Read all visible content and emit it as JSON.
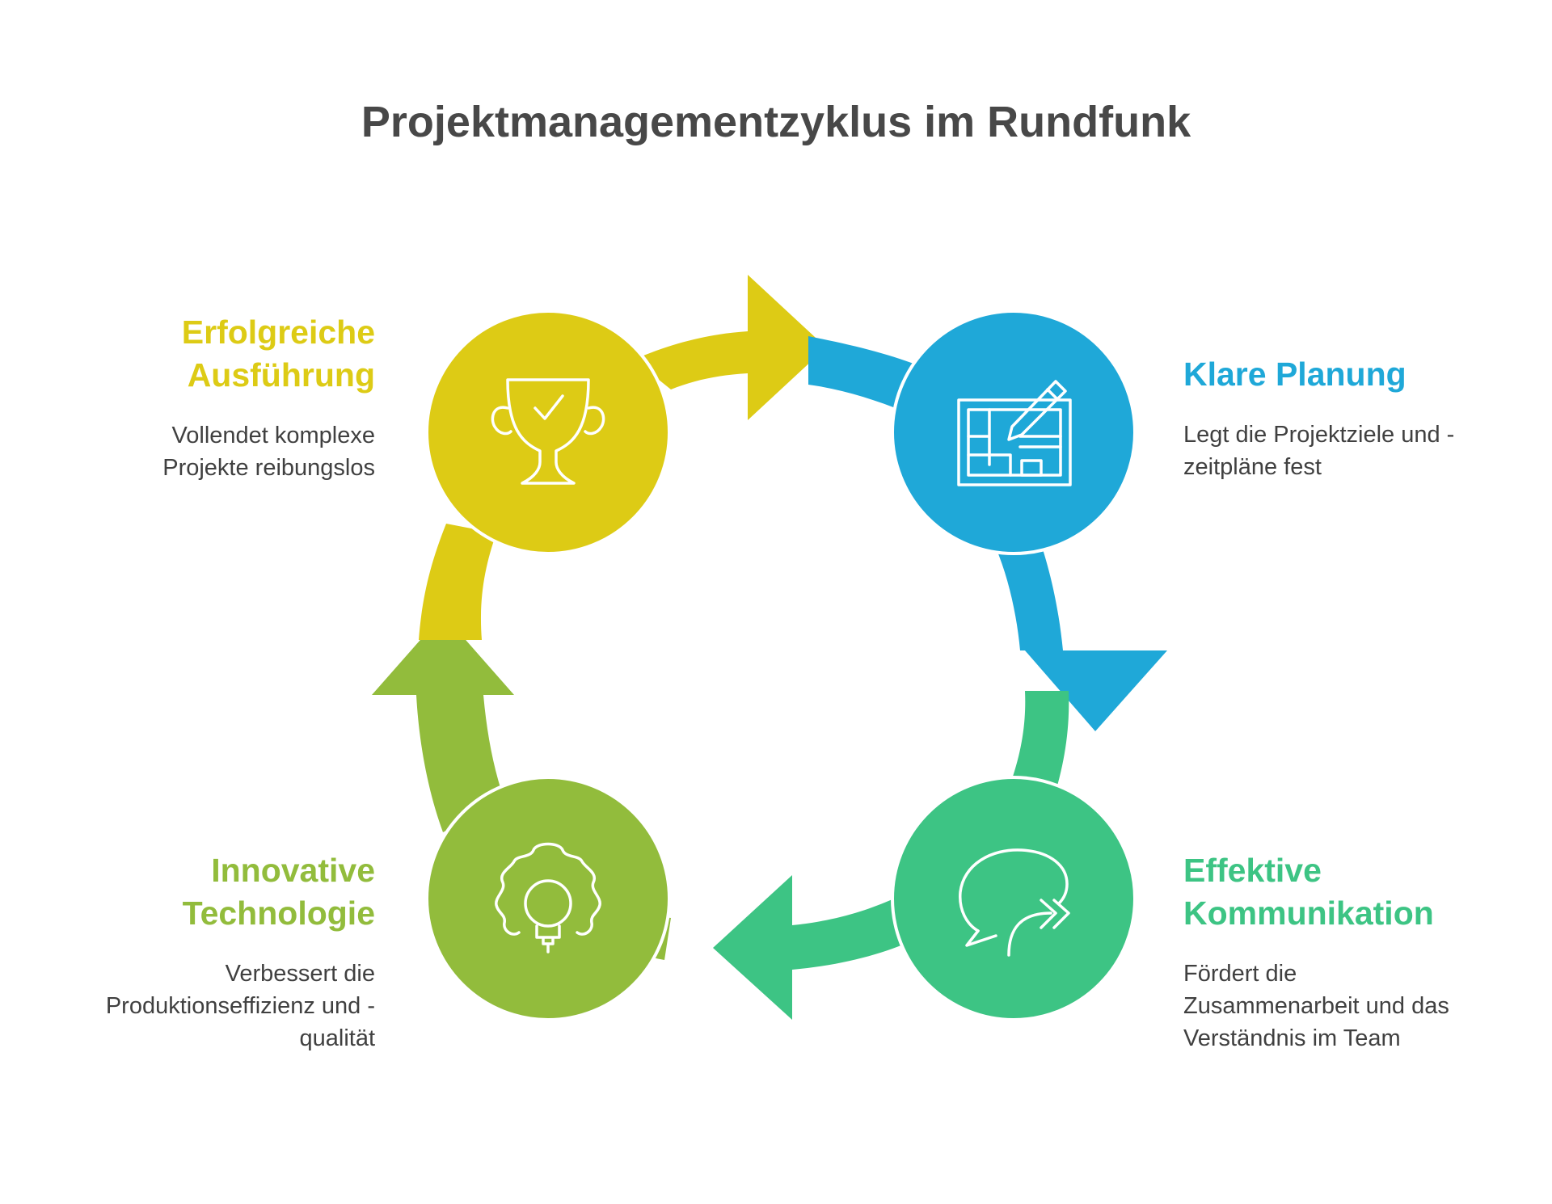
{
  "title": "Projektmanagementzyklus im Rundfunk",
  "colors": {
    "yellow": "#DDCB15",
    "blue": "#1FA8D8",
    "teal": "#3DC484",
    "green": "#92BC3C",
    "title": "#484848",
    "text": "#404040"
  },
  "stages": [
    {
      "id": "erfolgreiche-ausfuehrung",
      "heading_lines": [
        "Erfolgreiche",
        "Ausführung"
      ],
      "description_lines": [
        "Vollendet komplexe",
        "Projekte reibungslos"
      ],
      "icon": "trophy-icon",
      "color": "#DDCB15"
    },
    {
      "id": "klare-planung",
      "heading_lines": [
        "Klare Planung"
      ],
      "description_lines": [
        "Legt die Projektziele und -",
        "zeitpläne fest"
      ],
      "icon": "blueprint-pencil-icon",
      "color": "#1FA8D8"
    },
    {
      "id": "effektive-kommunikation",
      "heading_lines": [
        "Effektive",
        "Kommunikation"
      ],
      "description_lines": [
        "Fördert die",
        "Zusammenarbeit und das",
        "Verständnis im Team"
      ],
      "icon": "chat-bubble-arrow-icon",
      "color": "#3DC484"
    },
    {
      "id": "innovative-technologie",
      "heading_lines": [
        "Innovative",
        "Technologie"
      ],
      "description_lines": [
        "Verbessert die",
        "Produktionseffizienz und -",
        "qualität"
      ],
      "icon": "gear-lightbulb-icon",
      "color": "#92BC3C"
    }
  ]
}
